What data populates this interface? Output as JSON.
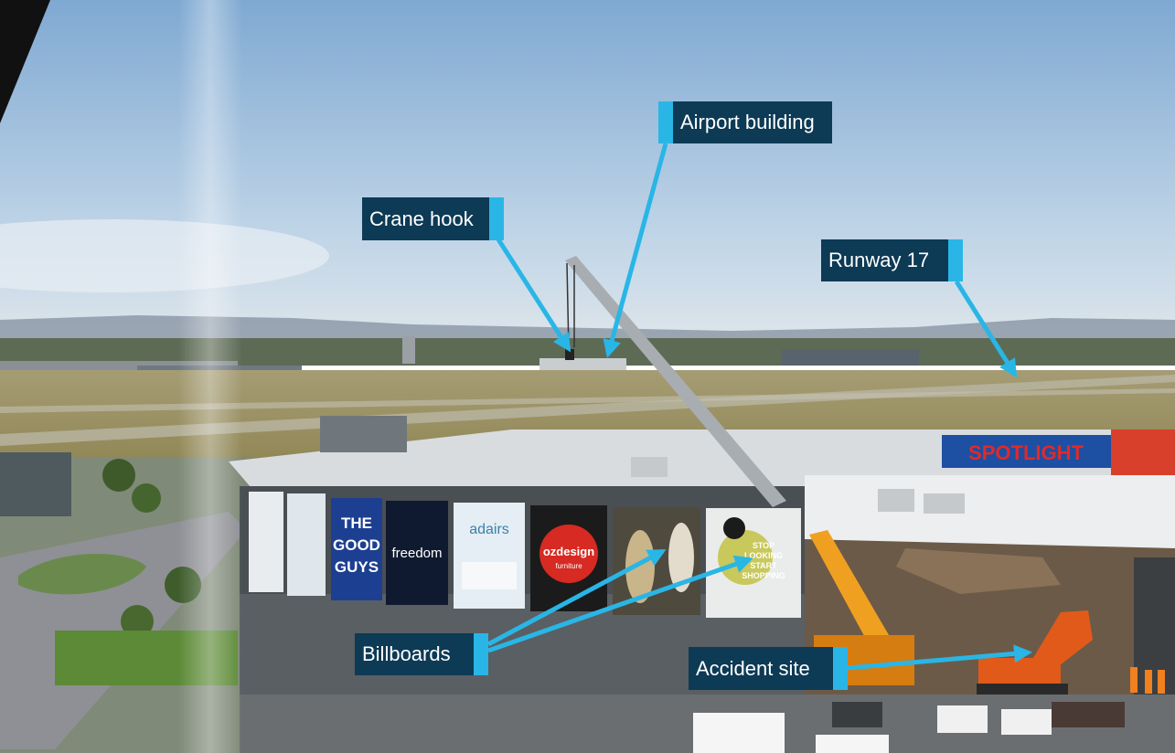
{
  "callouts": {
    "crane_hook": "Crane hook",
    "airport_building": "Airport building",
    "runway": "Runway 17",
    "billboards": "Billboards",
    "accident_site": "Accident site"
  },
  "billboard_texts": {
    "good_guys_1": "THE",
    "good_guys_2": "GOOD",
    "good_guys_3": "GUYS",
    "freedom": "freedom",
    "adairs": "adairs",
    "ozdesign": "ozdesign",
    "ozdesign_sub": "furniture",
    "shopping_1": "STOP",
    "shopping_2": "LOOKING",
    "shopping_3": "START",
    "shopping_4": "SHOPPING"
  },
  "signs": {
    "spotlight": "SPOTLIGHT"
  },
  "colors": {
    "callout_bg": "#0d3a55",
    "callout_tab": "#29b6e6",
    "arrow": "#29b6e6",
    "sky_top": "#8fb6d8",
    "grass": "#9c8f5a"
  }
}
